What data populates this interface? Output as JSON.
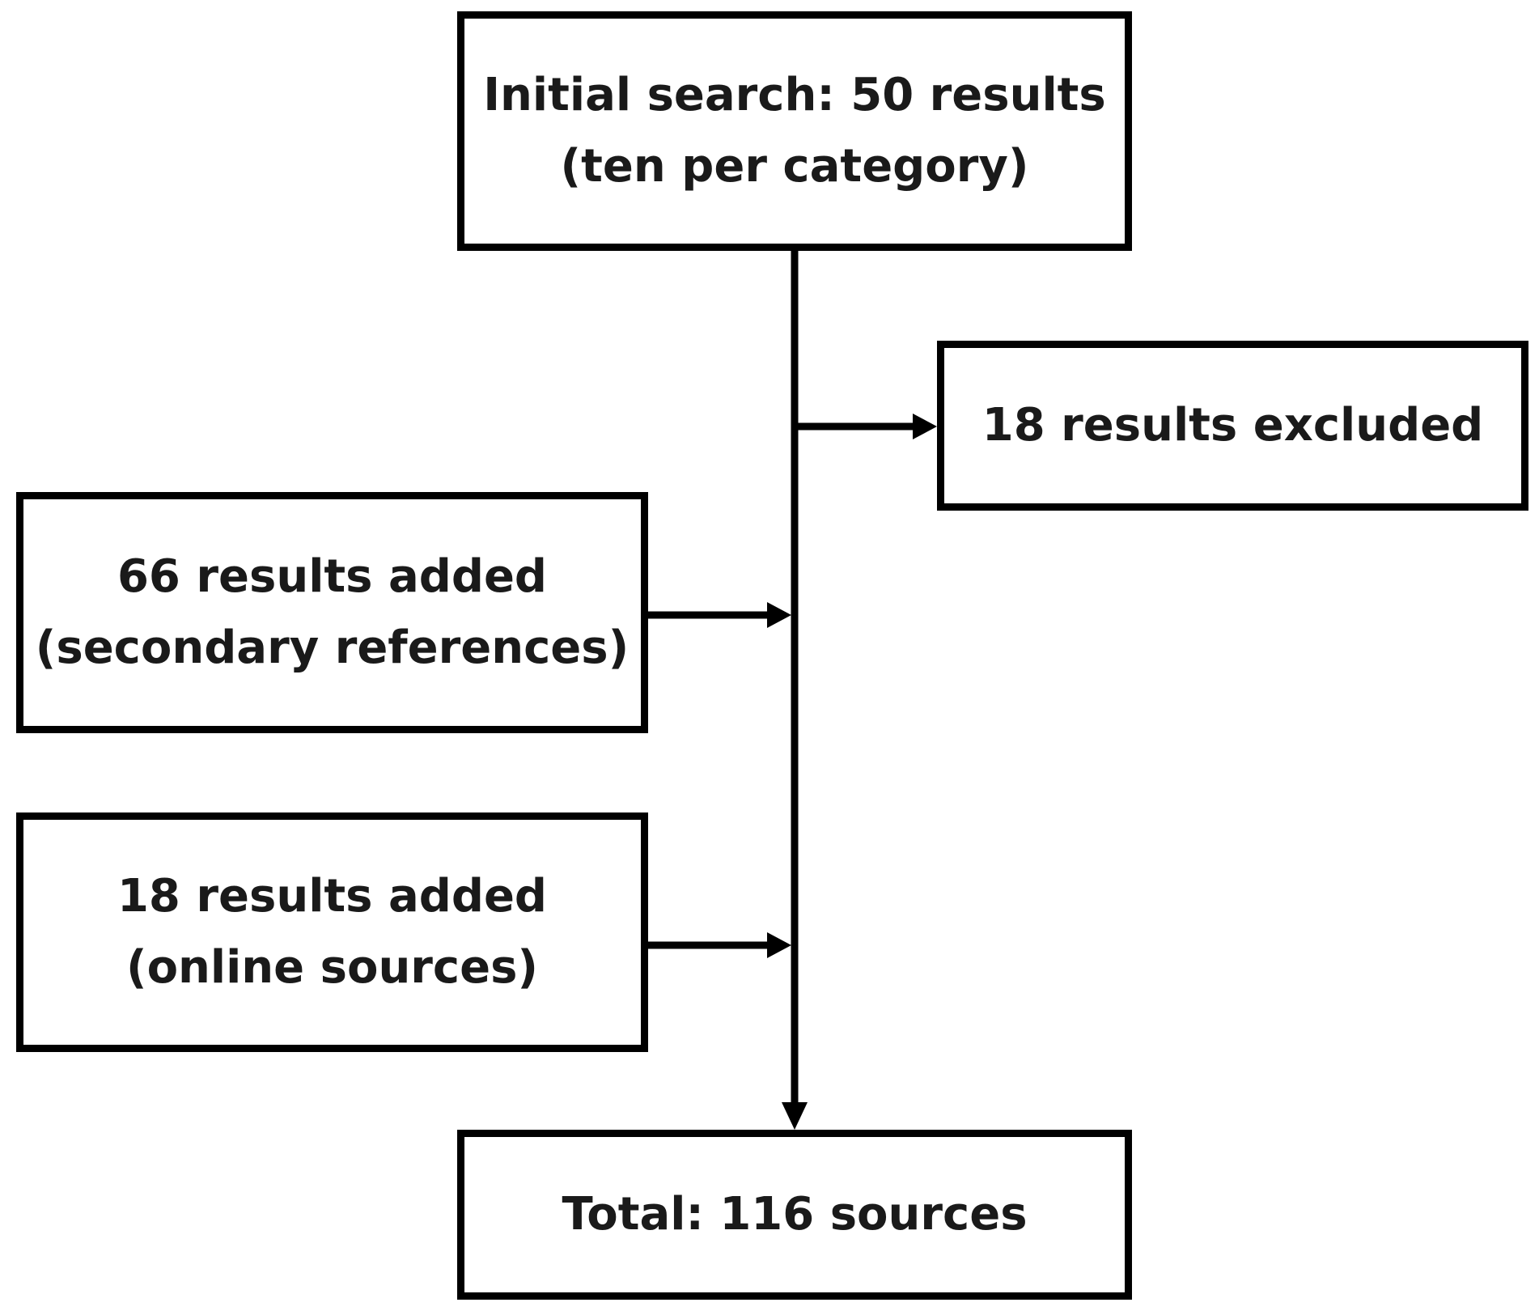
{
  "diagram": {
    "nodes": {
      "initial_search": {
        "lines": [
          "Initial search: 50 results",
          "(ten per category)"
        ]
      },
      "excluded": {
        "lines": [
          "18 results excluded"
        ]
      },
      "secondary_references": {
        "lines": [
          "66 results added",
          "(secondary references)"
        ]
      },
      "online_sources": {
        "lines": [
          "18 results added",
          "(online sources)"
        ]
      },
      "total": {
        "lines": [
          "Total: 116 sources"
        ]
      }
    },
    "edges": [
      {
        "from": "initial_search",
        "to": "total"
      },
      {
        "from": "initial_search",
        "to": "excluded"
      },
      {
        "from": "secondary_references",
        "to": "main_flow"
      },
      {
        "from": "online_sources",
        "to": "main_flow"
      }
    ],
    "colors": {
      "border": "#000000",
      "text": "#1a1a1a",
      "background": "#ffffff",
      "connector": "#000000"
    }
  }
}
